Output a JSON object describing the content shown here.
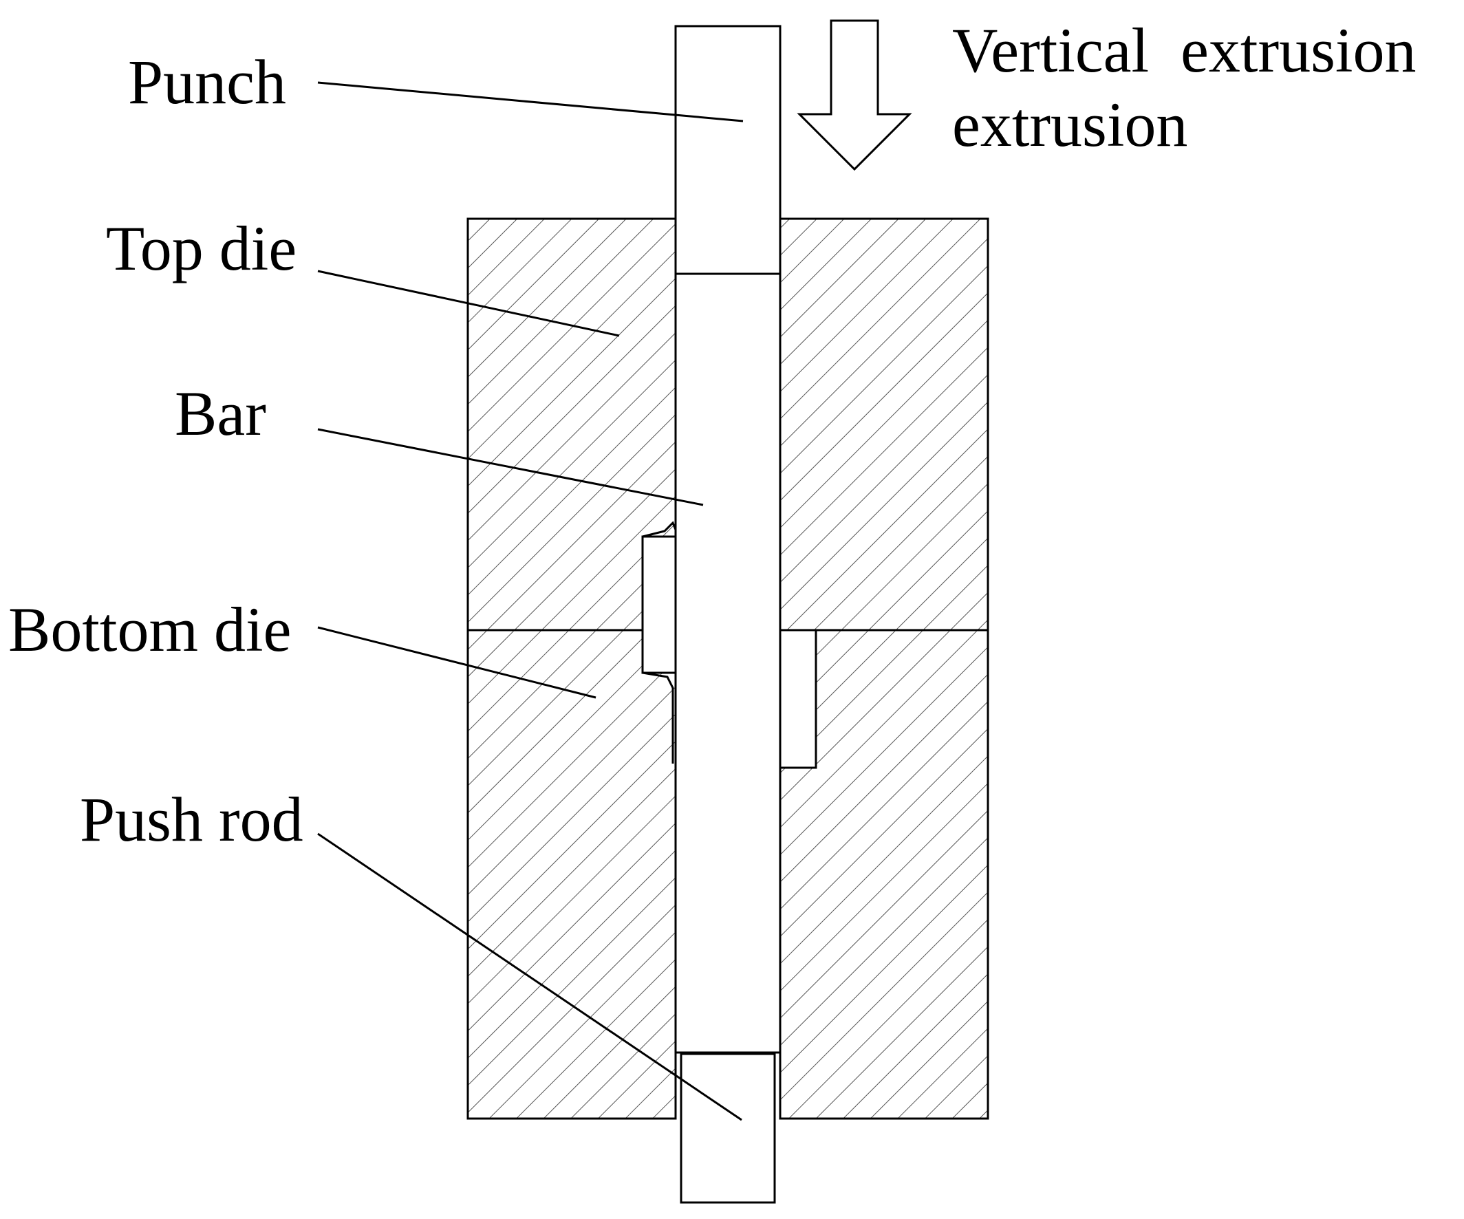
{
  "labels": {
    "punch": "Punch",
    "top_die": "Top die",
    "bar": "Bar",
    "bottom_die": "Bottom die",
    "push_rod": "Push rod",
    "direction_line1": "Vertical  extrusion",
    "direction_line2": "extrusion"
  },
  "colors": {
    "stroke": "#000000",
    "background": "#ffffff",
    "hatch": "#555555"
  },
  "icons": {
    "direction": "arrow-down-outline-icon"
  }
}
